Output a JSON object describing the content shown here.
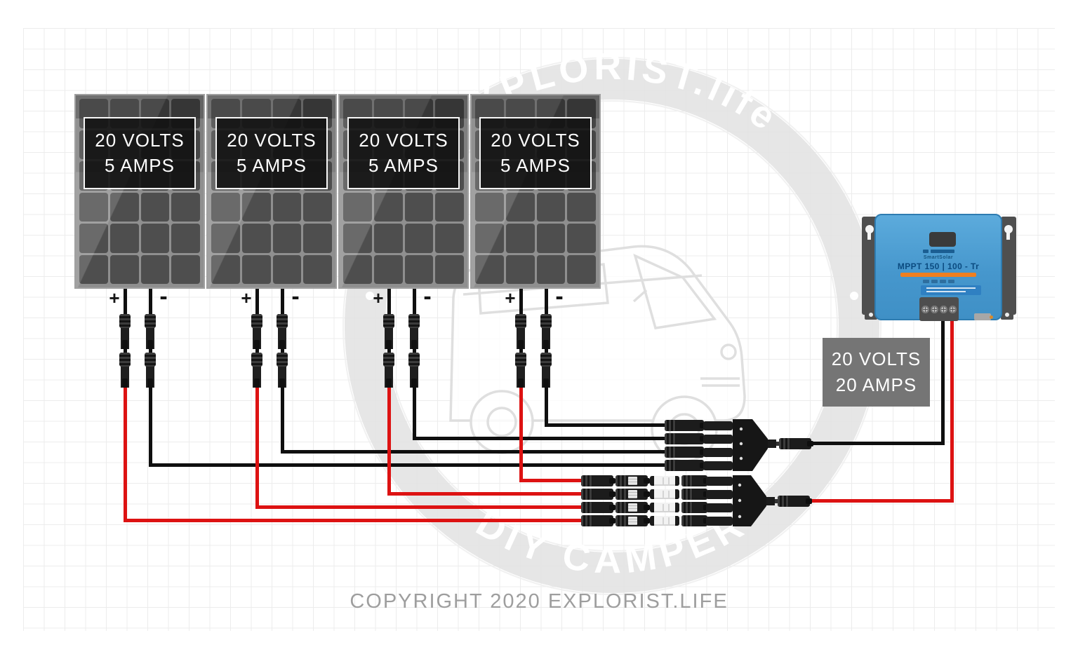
{
  "footer": {
    "copyright": "COPYRIGHT 2020 EXPLORIST.LIFE"
  },
  "watermark": {
    "arc_top": "EXPLORIST.life",
    "arc_bottom": "DIY CAMPER"
  },
  "panels": {
    "items": [
      {
        "volts": "20 VOLTS",
        "amps": "5 AMPS",
        "positive_sign": "+",
        "negative_sign": "-"
      },
      {
        "volts": "20 VOLTS",
        "amps": "5 AMPS",
        "positive_sign": "+",
        "negative_sign": "-"
      },
      {
        "volts": "20 VOLTS",
        "amps": "5 AMPS",
        "positive_sign": "+",
        "negative_sign": "-"
      },
      {
        "volts": "20 VOLTS",
        "amps": "5 AMPS",
        "positive_sign": "+",
        "negative_sign": "-"
      }
    ]
  },
  "combined_output": {
    "volts": "20 VOLTS",
    "amps": "20 AMPS"
  },
  "controller": {
    "brand_line": "SmartSolar",
    "model": "MPPT 150 | 100 - Tr"
  },
  "colors": {
    "wire_negative": "#0f0f0f",
    "wire_positive": "#dd1212",
    "controller_blue": "#4697cd",
    "controller_accent": "#ef7f1f",
    "output_label_bg": "#757575"
  }
}
